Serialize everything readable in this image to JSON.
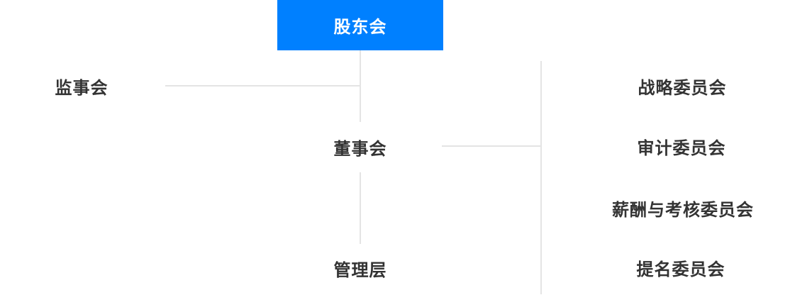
{
  "diagram": {
    "type": "org-chart",
    "root": {
      "id": "shareholders-meeting",
      "label": "股东会"
    },
    "left_branch": {
      "id": "supervisory-board",
      "label": "监事会"
    },
    "trunk_nodes": [
      {
        "id": "board-of-directors",
        "label": "董事会"
      },
      {
        "id": "management",
        "label": "管理层"
      }
    ],
    "committees": [
      {
        "id": "strategy-committee",
        "label": "战略委员会"
      },
      {
        "id": "audit-committee",
        "label": "审计委员会"
      },
      {
        "id": "compensation-and-appraisal-committee",
        "label": "薪酬与考核委员会"
      },
      {
        "id": "nomination-committee",
        "label": "提名委员会"
      }
    ],
    "hierarchy": {
      "root": "股东会",
      "root_children": [
        "监事会",
        "董事会"
      ],
      "board_children": [
        "管理层",
        "战略委员会",
        "审计委员会",
        "薪酬与考核委员会",
        "提名委员会"
      ]
    }
  },
  "colors": {
    "primary": "#0080ff",
    "connector": "#e4e4e4",
    "text": "#333333",
    "root-text": "#ffffff"
  }
}
